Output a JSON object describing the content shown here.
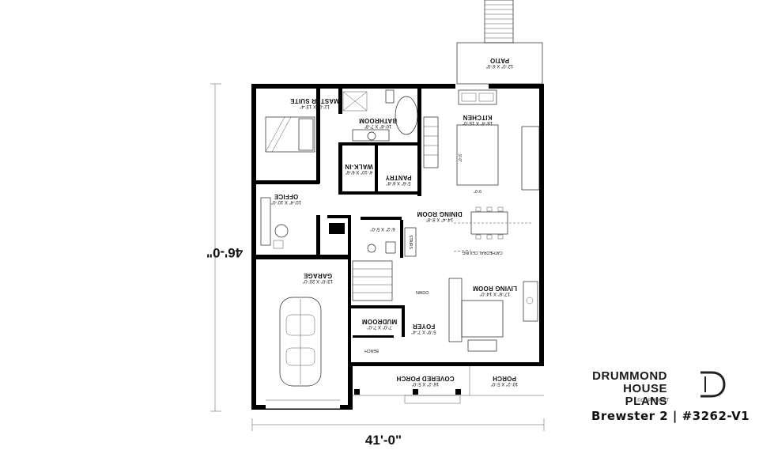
{
  "plan": {
    "rooms": [
      {
        "id": "master-suite",
        "name": "MASTER SUITE",
        "dims": "12'-0\" X 13'-4\""
      },
      {
        "id": "bathroom",
        "name": "BATHROOM",
        "dims": "10'-8\" X 7'-8\""
      },
      {
        "id": "walk-in",
        "name": "WALK-IN",
        "dims": "4'-10\" X 6'-6\""
      },
      {
        "id": "pantry",
        "name": "PANTRY",
        "dims": "5'-6\" X 6'-8\""
      },
      {
        "id": "kitchen",
        "name": "KITCHEN",
        "dims": "16'-4\" X 15'-0\""
      },
      {
        "id": "patio",
        "name": "PATIO",
        "dims": "12'-0\" X 6'-0\""
      },
      {
        "id": "office",
        "name": "OFFICE",
        "dims": "10'-4\" X 10'-0\""
      },
      {
        "id": "dining-room",
        "name": "DINING ROOM",
        "dims": "14'-4\" X 8'-8\""
      },
      {
        "id": "powder",
        "name": "",
        "dims": "6'-2\" X 5'-0\""
      },
      {
        "id": "garage",
        "name": "GARAGE",
        "dims": "13'-0\" X 20'-0\""
      },
      {
        "id": "living-room",
        "name": "LIVING ROOM",
        "dims": "17'-6\" X 14'-0\""
      },
      {
        "id": "mudroom",
        "name": "MUDROOM",
        "dims": "7'-0\" X 7'-0\""
      },
      {
        "id": "foyer",
        "name": "FOYER",
        "dims": "5'-9\" X 7'-4\""
      },
      {
        "id": "covered-porch",
        "name": "COVERED PORCH",
        "dims": "16'-2\" X 5'-0\""
      },
      {
        "id": "porch",
        "name": "PORCH",
        "dims": "10'-2\" X 5'-0\""
      }
    ],
    "labels": {
      "cathedral_ceiling": "CATHEDRAL CEILING",
      "bench": "BENCH",
      "down": "DOWN",
      "stairs": "STAIRS",
      "ceiling_height_a": "9'-0\"",
      "ceiling_height_b": "9'-0\""
    },
    "overall_width": "41'-0\"",
    "overall_depth": "46'-0\""
  },
  "brand": {
    "name_line1": "DRUMMOND",
    "name_line2": "HOUSE PLANS",
    "copyright": "©COPYRIGHT"
  },
  "caption": "Brewster 2 | #3262-V1"
}
